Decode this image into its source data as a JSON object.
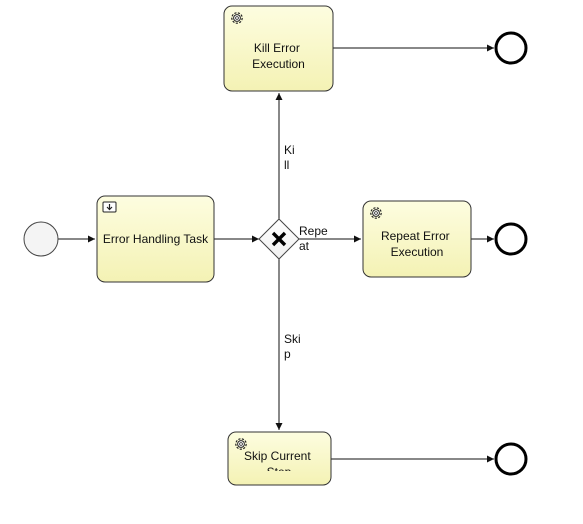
{
  "diagram": {
    "events": [
      {
        "id": "start",
        "type": "start"
      },
      {
        "id": "end-kill",
        "type": "end"
      },
      {
        "id": "end-repeat",
        "type": "end"
      },
      {
        "id": "end-skip",
        "type": "end"
      }
    ],
    "tasks": [
      {
        "id": "error-handling",
        "kind": "user",
        "label": "Error Handling Task"
      },
      {
        "id": "kill",
        "kind": "service",
        "label_lines": [
          "Kill Error",
          "Execution"
        ]
      },
      {
        "id": "repeat",
        "kind": "service",
        "label_lines": [
          "Repeat Error",
          "Execution"
        ]
      },
      {
        "id": "skip",
        "kind": "service",
        "label_lines": [
          "Skip Current",
          "Step"
        ]
      }
    ],
    "gateway": {
      "id": "exclusive-gateway",
      "kind": "exclusive"
    },
    "flow_labels": {
      "kill": [
        "Ki",
        "ll"
      ],
      "repeat": [
        "Repe",
        "at"
      ],
      "skip": [
        "Ski",
        "p"
      ]
    },
    "colors": {
      "task_fill_top": "#fdfde0",
      "task_fill_bottom": "#f4f2b4",
      "task_stroke": "#333333",
      "line": "#111111",
      "event_start_fill": "#f4f4f4"
    }
  }
}
